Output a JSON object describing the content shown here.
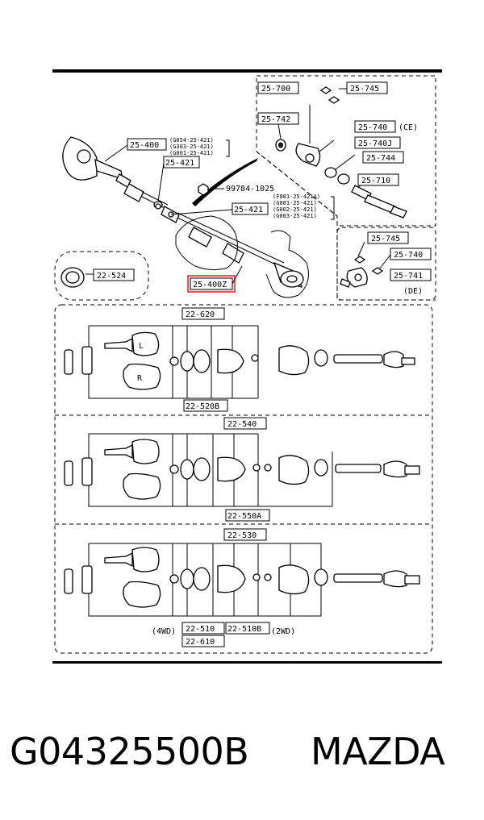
{
  "diagram": {
    "labels": {
      "l25700": "25-700",
      "l25745a": "25-745",
      "l25742": "25-742",
      "l25740": "25-740",
      "ce": "(CE)",
      "l25740j": "25-740J",
      "l25744": "25-744",
      "l25710": "25-710",
      "l25400": "25-400",
      "g054": "(G054-25-421)",
      "g303": "(G303-25-421)",
      "g001": "(G001-25-421)",
      "l25421a": "25-421",
      "l99784": "99784-1025",
      "f001": "(F001-25-421A)",
      "g001b": "(G001-25-421)",
      "g002": "(G002-25-421)",
      "g003": "(G003-25-421)",
      "l25421b": "25-421",
      "l25745b": "25-745",
      "l25740b": "25-740",
      "l25741": "25-741",
      "de": "(DE)",
      "l22524": "22-524",
      "l25400z": "25-400Z",
      "l22620": "22-620",
      "l22520b": "22-520B",
      "l22540": "22-540",
      "l22550a": "22-550A",
      "l22530": "22-530",
      "wd4": "(4WD)",
      "l22510": "22-510",
      "l22510b": "22-510B",
      "wd2": "(2WD)",
      "l22610": "22-610",
      "lr": "L",
      "rr": "R"
    },
    "highlight_color": "#e02020"
  },
  "caption": {
    "part_number": "G04325500B",
    "brand": "MAZDA"
  }
}
